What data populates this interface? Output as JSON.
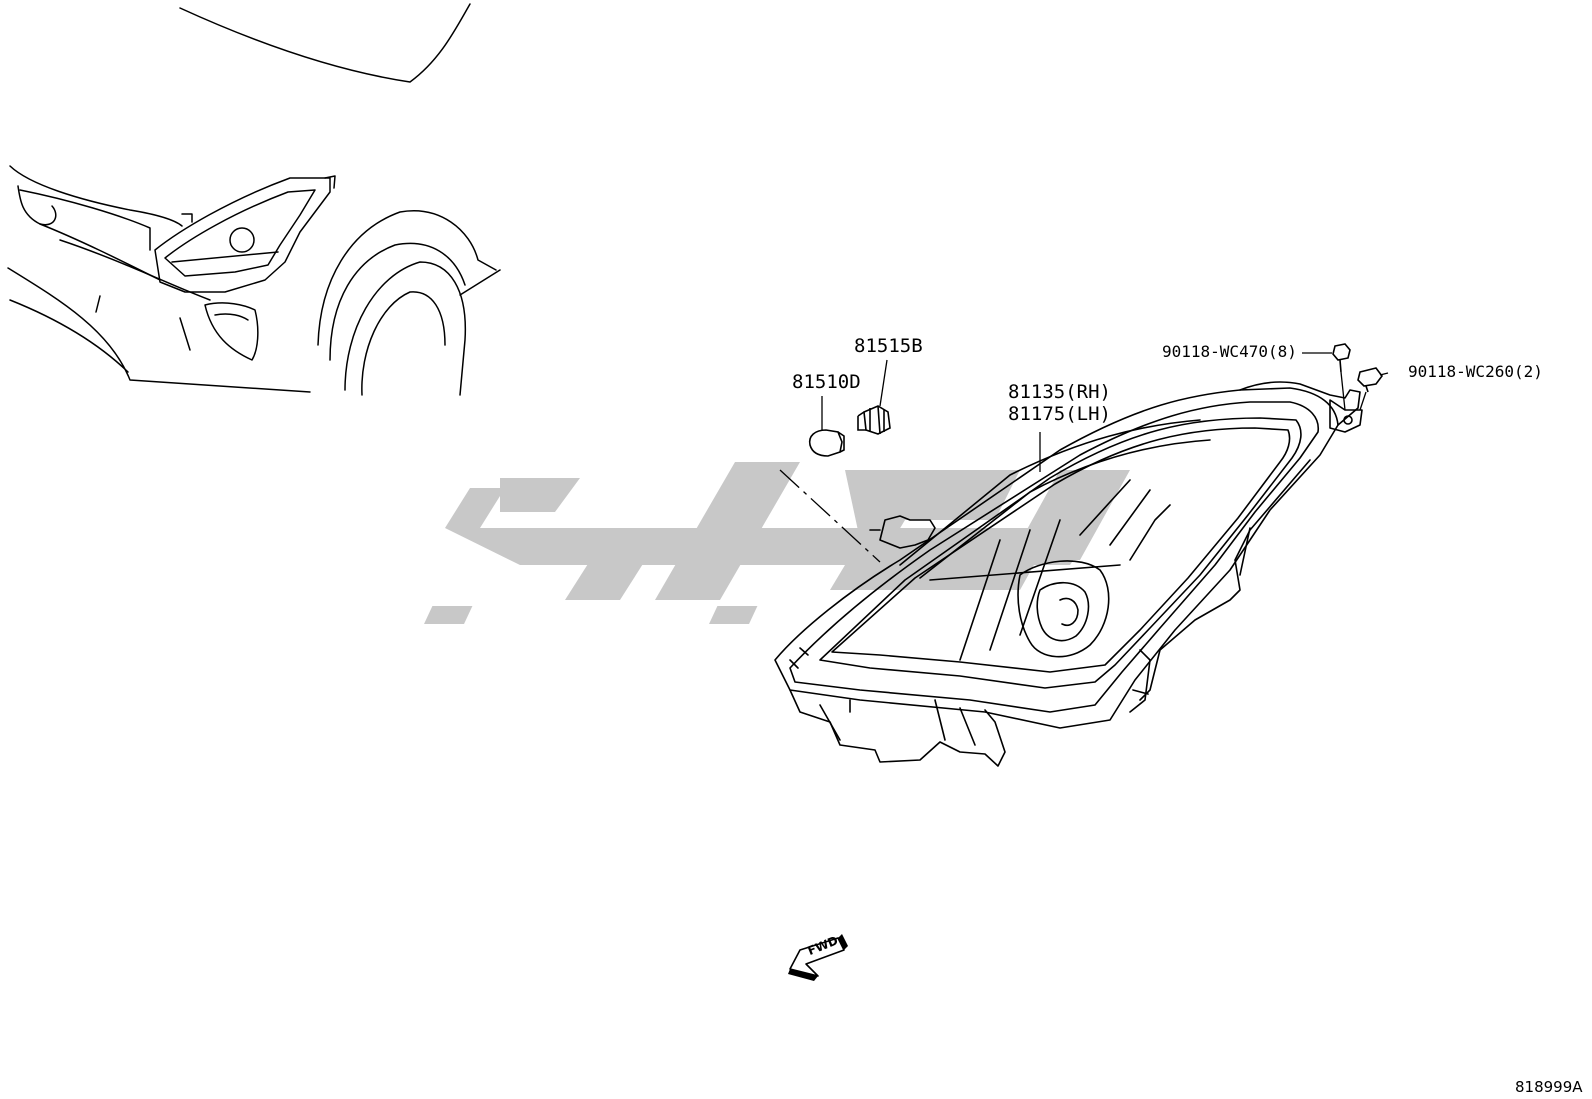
{
  "labels": {
    "bulb": "81510D",
    "socket": "81515B",
    "lamp_rh": "81135(RH)",
    "lamp_lh": "81175(LH)",
    "screw": "90118-WC470(8)",
    "clip": "90118-WC260(2)",
    "fwd": "FWD",
    "diagram_id": "818999A"
  },
  "colors": {
    "line": "#000000",
    "watermark": "#c8c8c8",
    "background": "#ffffff"
  },
  "icons": [
    "fwd-arrow-icon",
    "watermark-logo"
  ]
}
